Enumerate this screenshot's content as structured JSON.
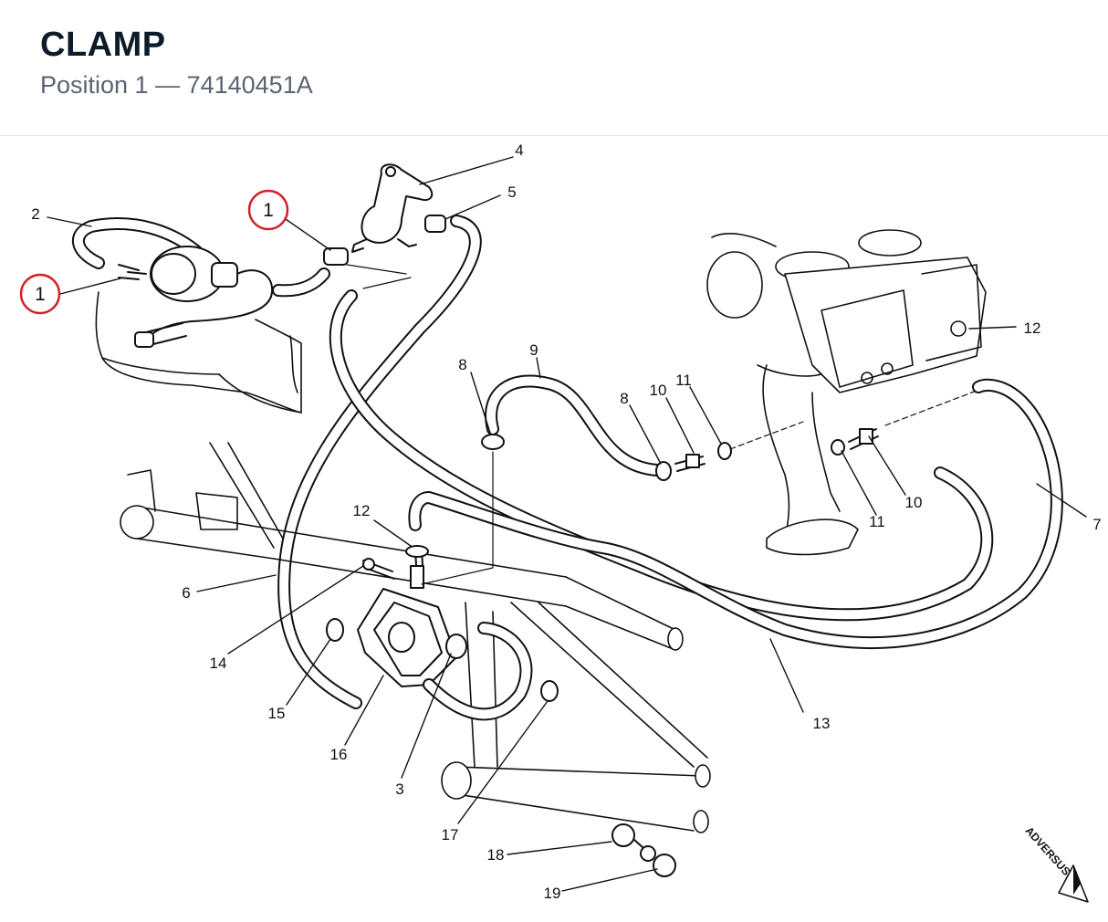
{
  "header": {
    "title": "CLAMP",
    "subtitle": "Position 1 — 74140451A"
  },
  "diagram": {
    "highlight_color": "#d0202a",
    "line_color": "#111111",
    "callouts": [
      {
        "id": "c1a",
        "label": "1",
        "highlight": true
      },
      {
        "id": "c1b",
        "label": "1",
        "highlight": true
      },
      {
        "id": "c2",
        "label": "2"
      },
      {
        "id": "c3",
        "label": "3"
      },
      {
        "id": "c4",
        "label": "4"
      },
      {
        "id": "c5",
        "label": "5"
      },
      {
        "id": "c6",
        "label": "6"
      },
      {
        "id": "c7",
        "label": "7"
      },
      {
        "id": "c8a",
        "label": "8"
      },
      {
        "id": "c8b",
        "label": "8"
      },
      {
        "id": "c9",
        "label": "9"
      },
      {
        "id": "c10a",
        "label": "10"
      },
      {
        "id": "c10b",
        "label": "10"
      },
      {
        "id": "c11a",
        "label": "11"
      },
      {
        "id": "c11b",
        "label": "11"
      },
      {
        "id": "c12a",
        "label": "12"
      },
      {
        "id": "c12b",
        "label": "12"
      },
      {
        "id": "c13",
        "label": "13"
      },
      {
        "id": "c14",
        "label": "14"
      },
      {
        "id": "c15",
        "label": "15"
      },
      {
        "id": "c16",
        "label": "16"
      },
      {
        "id": "c17",
        "label": "17"
      },
      {
        "id": "c18",
        "label": "18"
      },
      {
        "id": "c19",
        "label": "19"
      }
    ],
    "watermark": "ADVERSUS"
  }
}
